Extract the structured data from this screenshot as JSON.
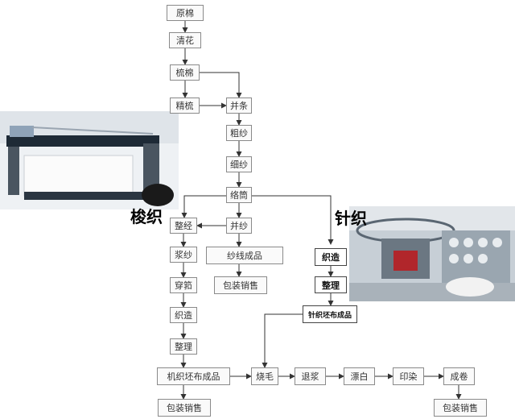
{
  "spinning": {
    "raw_cotton": "原棉",
    "opening": "清花",
    "carding": "梳棉",
    "combing": "精梳",
    "drawing": "并条",
    "roving": "粗纱",
    "spinning": "细纱",
    "winding": "络筒"
  },
  "labels": {
    "woven": "梭织",
    "knit": "针织"
  },
  "woven": {
    "warping": "整经",
    "doubling": "并纱",
    "sizing": "浆纱",
    "yarn_product": "纱线成品",
    "yarn_pack": "包装销售",
    "drawing_in": "穿筘",
    "weaving": "织造",
    "finishing": "整理",
    "grey_fabric": "机织坯布成品",
    "grey_pack": "包装销售"
  },
  "knit": {
    "weaving": "织造",
    "finishing": "整理",
    "grey_fabric": "针织坯布成品"
  },
  "dyeing": {
    "singeing": "烧毛",
    "desizing": "退浆",
    "bleaching": "漂白",
    "printing": "印染",
    "rolling": "成卷",
    "pack": "包装销售"
  },
  "colors": {
    "arrow": "#333333",
    "box_border": "#8a8a8a"
  }
}
